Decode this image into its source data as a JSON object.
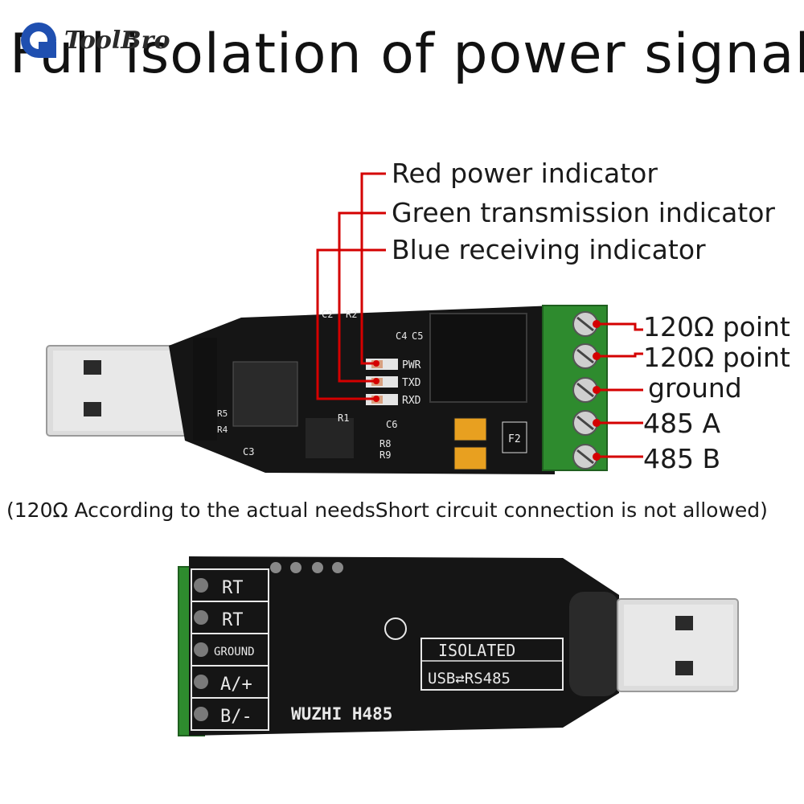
{
  "logo": {
    "text": "ToolBro"
  },
  "title": "Full isolation of power signal",
  "indicators": [
    {
      "label": "Red power indicator",
      "color": "#d40000"
    },
    {
      "label": "Green transmission indicator",
      "color": "#d40000"
    },
    {
      "label": "Blue receiving indicator",
      "color": "#d40000"
    }
  ],
  "terminals": [
    {
      "label": "120Ω point"
    },
    {
      "label": "120Ω point"
    },
    {
      "label": "ground"
    },
    {
      "label": "485  A"
    },
    {
      "label": "485  B"
    }
  ],
  "note": "(120Ω According to the actual needsShort circuit connection is not allowed)",
  "board_front": {
    "silkscreen": [
      "C2",
      "R2",
      "C4",
      "C5",
      "PWR",
      "TXD",
      "RXD",
      "R1",
      "C6",
      "R8",
      "R9",
      "F2",
      "C3",
      "R5",
      "R4"
    ]
  },
  "board_back": {
    "terminal_labels": [
      "RT",
      "RT",
      "GROUND",
      "A/+",
      "B/-"
    ],
    "box_title": "ISOLATED",
    "box_sub": "USB⇄RS485",
    "model": "WUZHI  H485"
  },
  "colors": {
    "callout_line": "#d40000",
    "pcb": "#151515",
    "terminal_green": "#2e8b2e",
    "usb_metal": "#d9d9d9"
  }
}
